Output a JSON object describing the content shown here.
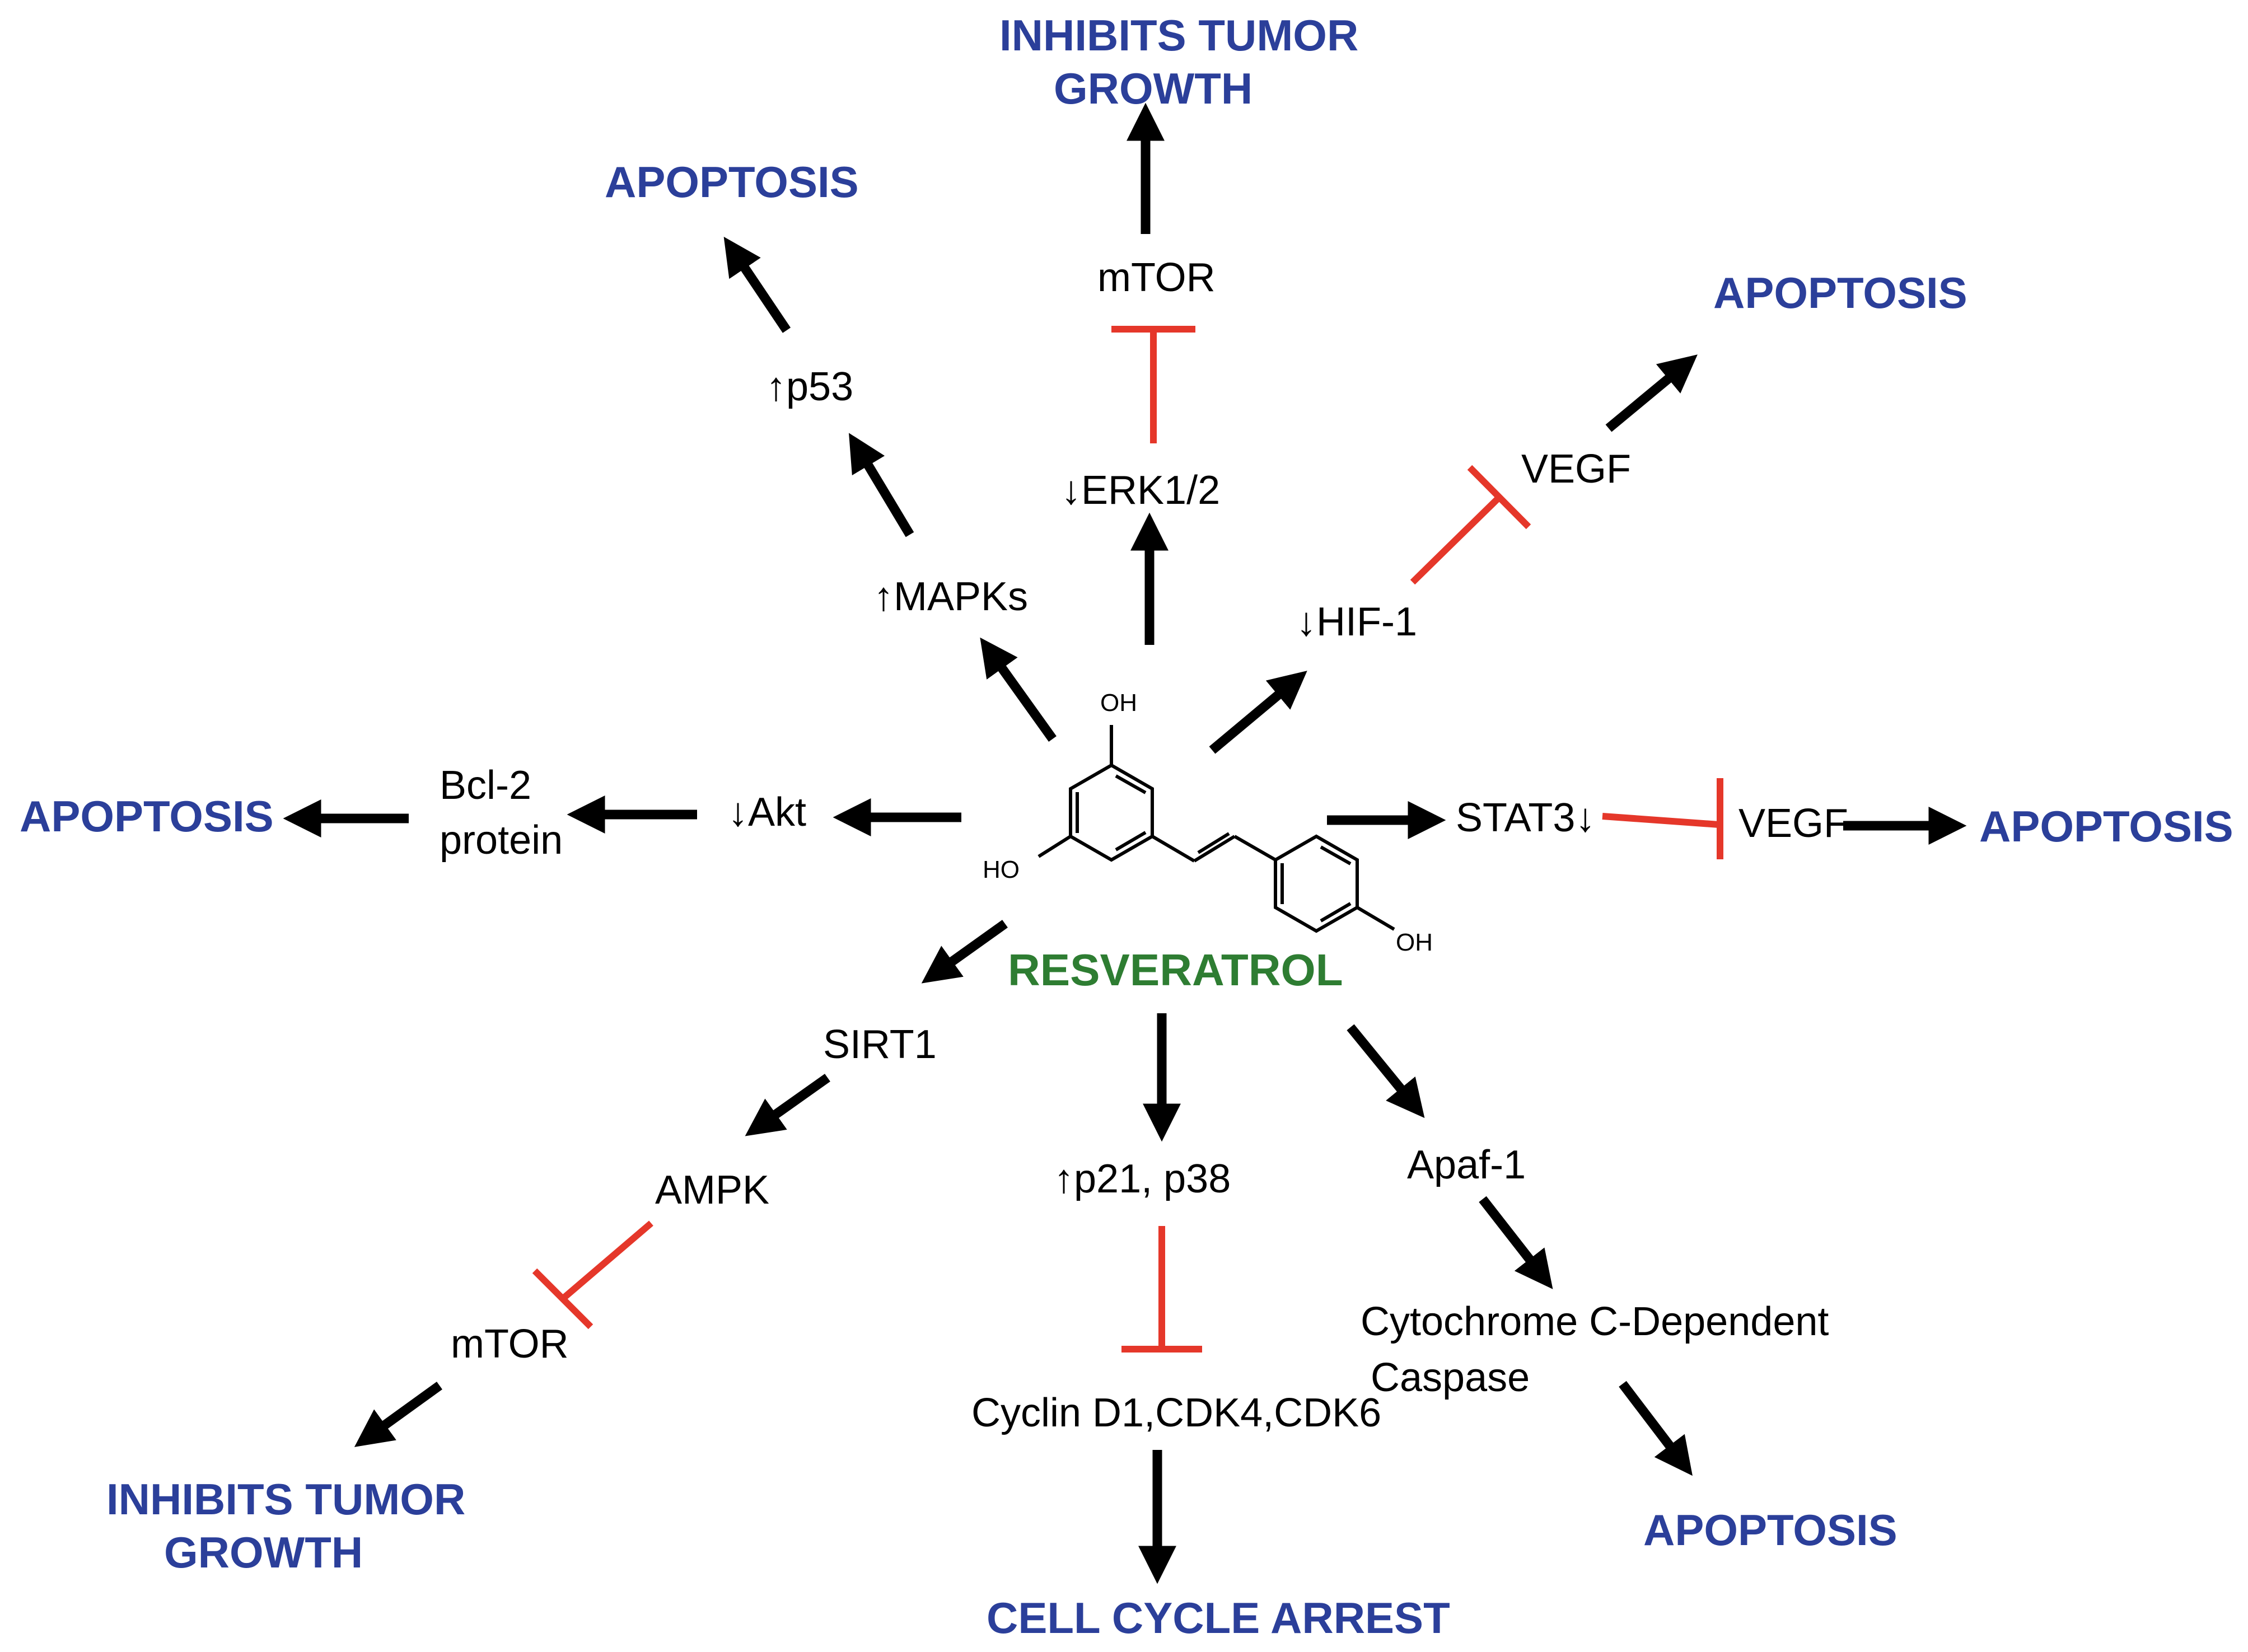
{
  "compound": {
    "name": "RESVERATROL",
    "hydroxyl_top": "OH",
    "hydroxyl_left": "HO",
    "hydroxyl_right": "OH"
  },
  "colors": {
    "activation": "#000000",
    "inhibition": "#e5372a",
    "outcome_text": "#2b3f9a",
    "compound_text": "#2e7d32"
  },
  "pathways": {
    "upper_left": {
      "mapks": "MAPKs",
      "p53": "p53",
      "outcome": "APOPTOSIS"
    },
    "upper_center": {
      "erk": "ERK1/2",
      "mtor": "mTOR",
      "outcome_line1": "INHIBITS TUMOR",
      "outcome_line2": "GROWTH"
    },
    "upper_right": {
      "hif": "HIF-1",
      "vegf": "VEGF",
      "outcome": "APOPTOSIS"
    },
    "left": {
      "akt": "Akt",
      "bcl2_line1": "Bcl-2",
      "bcl2_line2": "protein",
      "outcome": "APOPTOSIS"
    },
    "right": {
      "stat3": "STAT3",
      "vegf": "VEGF",
      "outcome": "APOPTOSIS"
    },
    "lower_left": {
      "sirt1": "SIRT1",
      "ampk": "AMPK",
      "mtor": "mTOR",
      "outcome_line1": "INHIBITS TUMOR",
      "outcome_line2": "GROWTH"
    },
    "lower_center": {
      "p21_p38": "p21, p38",
      "cyclins": "Cyclin D1,CDK4,CDK6",
      "outcome": "CELL CYCLE ARREST"
    },
    "lower_right": {
      "apaf1": "Apaf-1",
      "caspase_line1": "Cytochrome C-Dependent",
      "caspase_line2": "Caspase",
      "outcome": "APOPTOSIS"
    }
  },
  "indicators": {
    "up_arrow": "↑",
    "down_arrow": "↓"
  }
}
